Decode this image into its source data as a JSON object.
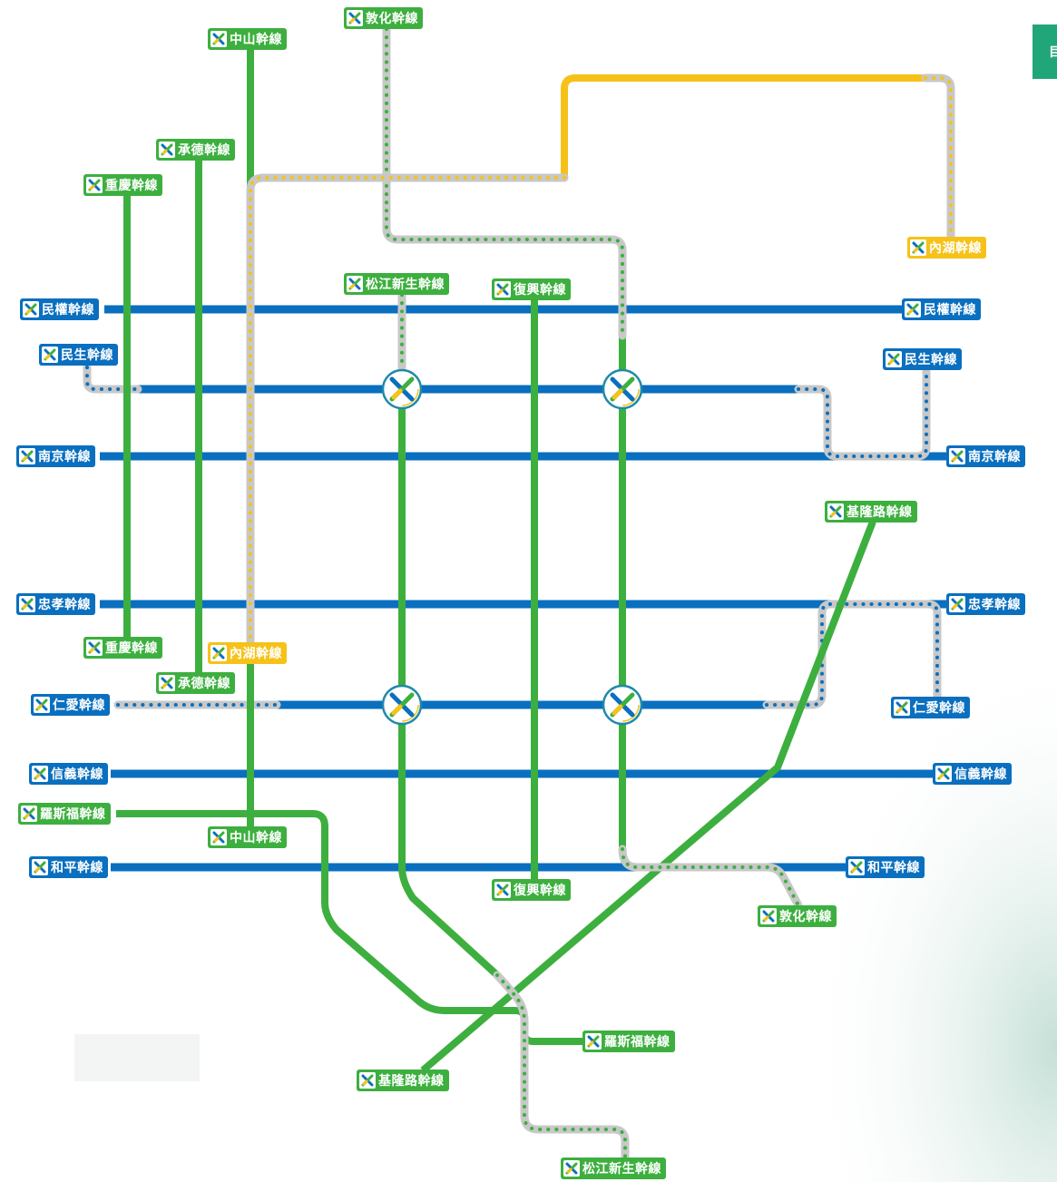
{
  "side_tab": "目",
  "line_colors": {
    "east_west": "#0a6fbf",
    "north_south": "#3daf3f",
    "circular": "#f6c21a",
    "planned": "#c8c8c8",
    "planned_dots_blue": "#0a6fbf",
    "planned_dots_green": "#3daf3f",
    "planned_dots_yellow": "#f6c21a"
  },
  "labels": {
    "dunhua_top": "敦化幹線",
    "zhongshan_top": "中山幹線",
    "chengde_top": "承德幹線",
    "chongqing_top": "重慶幹線",
    "neihu_right": "內湖幹線",
    "songjiang_top": "松江新生幹線",
    "fuxing_top": "復興幹線",
    "minquan_left": "民權幹線",
    "minquan_right": "民權幹線",
    "minsheng_left": "民生幹線",
    "minsheng_right": "民生幹線",
    "nanjing_left": "南京幹線",
    "nanjing_right": "南京幹線",
    "keelung_top": "基隆路幹線",
    "zhongxiao_left": "忠孝幹線",
    "zhongxiao_right": "忠孝幹線",
    "chongqing_bottom": "重慶幹線",
    "neihu_left": "內湖幹線",
    "chengde_bottom": "承德幹線",
    "renai_left": "仁愛幹線",
    "renai_right": "仁愛幹線",
    "xinyi_left": "信義幹線",
    "xinyi_right": "信義幹線",
    "roosevelt_left": "羅斯福幹線",
    "zhongshan_bottom": "中山幹線",
    "heping_left": "和平幹線",
    "heping_right": "和平幹線",
    "fuxing_bottom": "復興幹線",
    "dunhua_bottom": "敦化幹線",
    "roosevelt_right": "羅斯福幹線",
    "keelung_bottom": "基隆路幹線",
    "songjiang_bottom": "松江新生幹線"
  }
}
